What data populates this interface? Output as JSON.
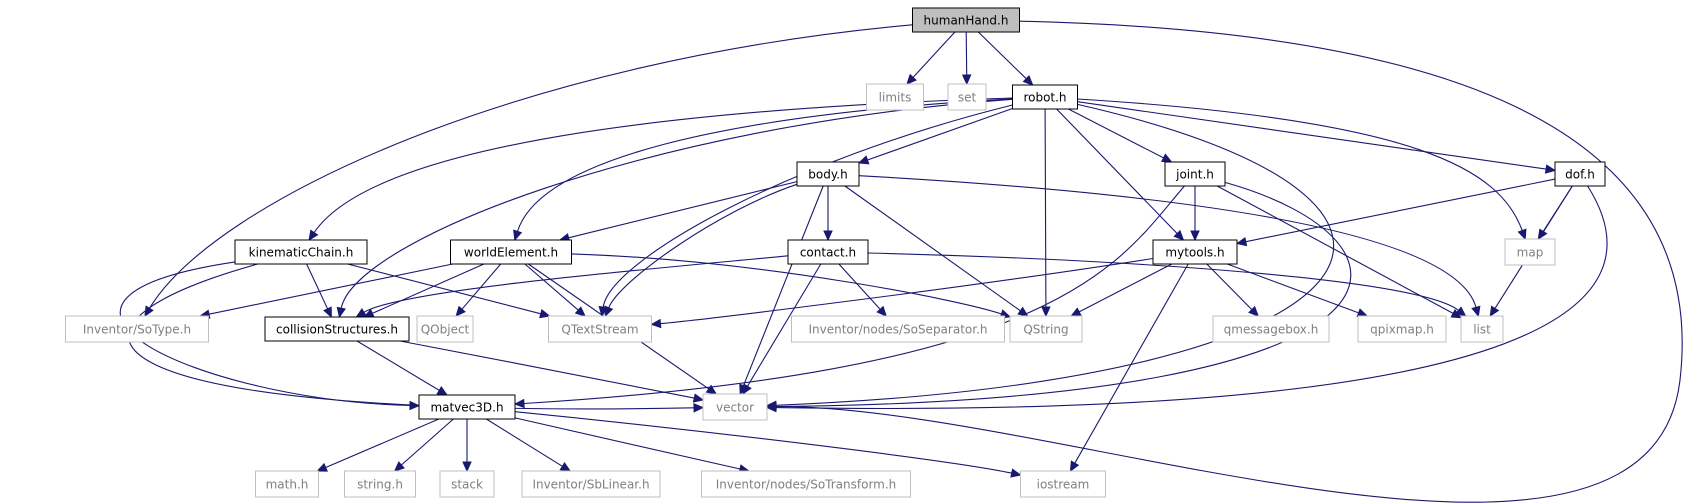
{
  "nodes": [
    {
      "id": "humanHand",
      "label": "humanHand.h",
      "style": "root"
    },
    {
      "id": "limits",
      "label": "limits",
      "style": "external"
    },
    {
      "id": "set",
      "label": "set",
      "style": "external"
    },
    {
      "id": "robot",
      "label": "robot.h",
      "style": "documented"
    },
    {
      "id": "body",
      "label": "body.h",
      "style": "documented"
    },
    {
      "id": "joint",
      "label": "joint.h",
      "style": "documented"
    },
    {
      "id": "dof",
      "label": "dof.h",
      "style": "documented"
    },
    {
      "id": "kinematicChain",
      "label": "kinematicChain.h",
      "style": "documented"
    },
    {
      "id": "worldElement",
      "label": "worldElement.h",
      "style": "documented"
    },
    {
      "id": "contact",
      "label": "contact.h",
      "style": "documented"
    },
    {
      "id": "mytools",
      "label": "mytools.h",
      "style": "documented"
    },
    {
      "id": "map",
      "label": "map",
      "style": "external"
    },
    {
      "id": "soType",
      "label": "Inventor/SoType.h",
      "style": "external"
    },
    {
      "id": "collisionStructures",
      "label": "collisionStructures.h",
      "style": "documented"
    },
    {
      "id": "qobject",
      "label": "QObject",
      "style": "external"
    },
    {
      "id": "qtextstream",
      "label": "QTextStream",
      "style": "external"
    },
    {
      "id": "soSeparator",
      "label": "Inventor/nodes/SoSeparator.h",
      "style": "external"
    },
    {
      "id": "qstring",
      "label": "QString",
      "style": "external"
    },
    {
      "id": "qmessagebox",
      "label": "qmessagebox.h",
      "style": "external"
    },
    {
      "id": "qpixmap",
      "label": "qpixmap.h",
      "style": "external"
    },
    {
      "id": "list",
      "label": "list",
      "style": "external"
    },
    {
      "id": "matvec3D",
      "label": "matvec3D.h",
      "style": "documented"
    },
    {
      "id": "vector",
      "label": "vector",
      "style": "external"
    },
    {
      "id": "mathh",
      "label": "math.h",
      "style": "external"
    },
    {
      "id": "stringh",
      "label": "string.h",
      "style": "external"
    },
    {
      "id": "stack",
      "label": "stack",
      "style": "external"
    },
    {
      "id": "sbLinear",
      "label": "Inventor/SbLinear.h",
      "style": "external"
    },
    {
      "id": "soTransform",
      "label": "Inventor/nodes/SoTransform.h",
      "style": "external"
    },
    {
      "id": "iostream",
      "label": "iostream",
      "style": "external"
    }
  ],
  "edges": [
    {
      "from": "humanHand",
      "to": "limits"
    },
    {
      "from": "humanHand",
      "to": "set"
    },
    {
      "from": "humanHand",
      "to": "robot"
    },
    {
      "from": "humanHand",
      "to": "soType"
    },
    {
      "from": "humanHand",
      "to": "vector"
    },
    {
      "from": "robot",
      "to": "body"
    },
    {
      "from": "robot",
      "to": "joint"
    },
    {
      "from": "robot",
      "to": "dof"
    },
    {
      "from": "robot",
      "to": "kinematicChain"
    },
    {
      "from": "robot",
      "to": "worldElement"
    },
    {
      "from": "robot",
      "to": "collisionStructures"
    },
    {
      "from": "robot",
      "to": "qtextstream"
    },
    {
      "from": "robot",
      "to": "qstring"
    },
    {
      "from": "robot",
      "to": "mytools"
    },
    {
      "from": "robot",
      "to": "map"
    },
    {
      "from": "robot",
      "to": "vector"
    },
    {
      "from": "body",
      "to": "worldElement"
    },
    {
      "from": "body",
      "to": "contact"
    },
    {
      "from": "body",
      "to": "qtextstream"
    },
    {
      "from": "body",
      "to": "qstring"
    },
    {
      "from": "body",
      "to": "list"
    },
    {
      "from": "body",
      "to": "vector"
    },
    {
      "from": "joint",
      "to": "mytools"
    },
    {
      "from": "joint",
      "to": "list"
    },
    {
      "from": "joint",
      "to": "vector"
    },
    {
      "from": "joint",
      "to": "matvec3D"
    },
    {
      "from": "dof",
      "to": "mytools"
    },
    {
      "from": "dof",
      "to": "map"
    },
    {
      "from": "dof",
      "to": "list"
    },
    {
      "from": "dof",
      "to": "vector"
    },
    {
      "from": "kinematicChain",
      "to": "collisionStructures"
    },
    {
      "from": "kinematicChain",
      "to": "qtextstream"
    },
    {
      "from": "kinematicChain",
      "to": "matvec3D"
    },
    {
      "from": "kinematicChain",
      "to": "vector"
    },
    {
      "from": "worldElement",
      "to": "soType"
    },
    {
      "from": "worldElement",
      "to": "collisionStructures"
    },
    {
      "from": "worldElement",
      "to": "qobject"
    },
    {
      "from": "worldElement",
      "to": "qtextstream"
    },
    {
      "from": "worldElement",
      "to": "qstring"
    },
    {
      "from": "worldElement",
      "to": "vector"
    },
    {
      "from": "contact",
      "to": "collisionStructures"
    },
    {
      "from": "contact",
      "to": "soSeparator"
    },
    {
      "from": "contact",
      "to": "list"
    },
    {
      "from": "contact",
      "to": "vector"
    },
    {
      "from": "mytools",
      "to": "qtextstream"
    },
    {
      "from": "mytools",
      "to": "qstring"
    },
    {
      "from": "mytools",
      "to": "qmessagebox"
    },
    {
      "from": "mytools",
      "to": "qpixmap"
    },
    {
      "from": "mytools",
      "to": "iostream"
    },
    {
      "from": "collisionStructures",
      "to": "matvec3D"
    },
    {
      "from": "collisionStructures",
      "to": "vector"
    },
    {
      "from": "matvec3D",
      "to": "mathh"
    },
    {
      "from": "matvec3D",
      "to": "stringh"
    },
    {
      "from": "matvec3D",
      "to": "stack"
    },
    {
      "from": "matvec3D",
      "to": "sbLinear"
    },
    {
      "from": "matvec3D",
      "to": "soTransform"
    },
    {
      "from": "matvec3D",
      "to": "iostream"
    }
  ],
  "colors": {
    "edge": "#191970",
    "root_fill": "#bfbfbf",
    "root_border": "#000000",
    "documented_border": "#000000",
    "external_border": "#bfbfbf",
    "external_text": "#808080",
    "text": "#000000"
  }
}
